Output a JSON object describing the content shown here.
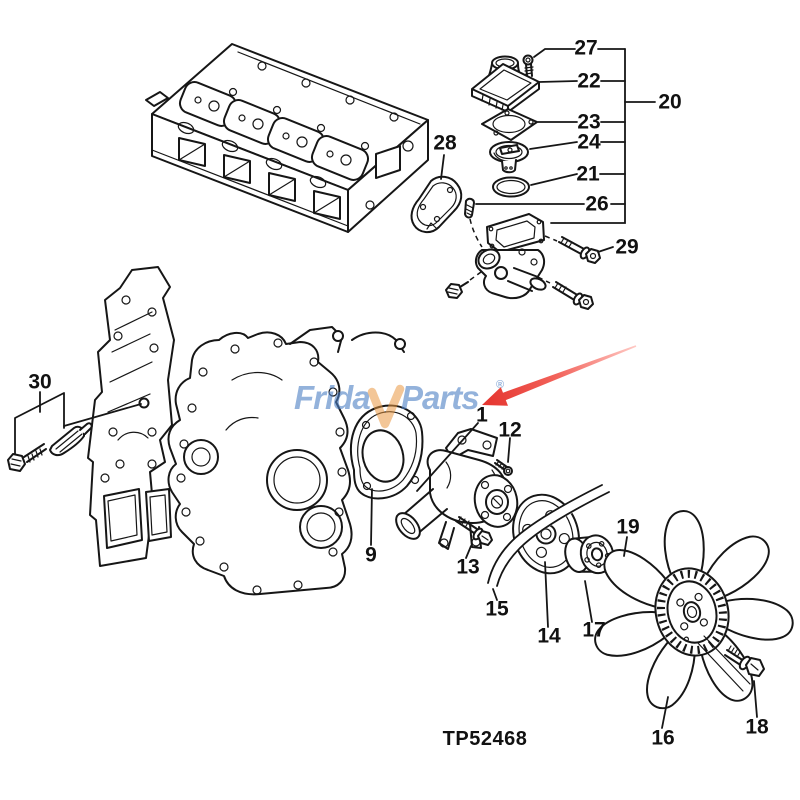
{
  "diagram": {
    "code": "TP52468",
    "watermark": {
      "prefix": "Frida",
      "suffix": "Parts",
      "registered": "®",
      "full_name": "FridayParts",
      "text_color": "#4d7fc4",
      "check_color": "#e8963f"
    },
    "arrow_color": "#e63832",
    "line_color": "#161616",
    "background": "#ffffff",
    "callouts": {
      "c1": "1",
      "c9": "9",
      "c12": "12",
      "c13": "13",
      "c14": "14",
      "c15": "15",
      "c16": "16",
      "c17": "17",
      "c18": "18",
      "c19": "19",
      "c20": "20",
      "c21": "21",
      "c22": "22",
      "c23": "23",
      "c24": "24",
      "c26": "26",
      "c27": "27",
      "c28": "28",
      "c29": "29",
      "c30": "30"
    }
  }
}
